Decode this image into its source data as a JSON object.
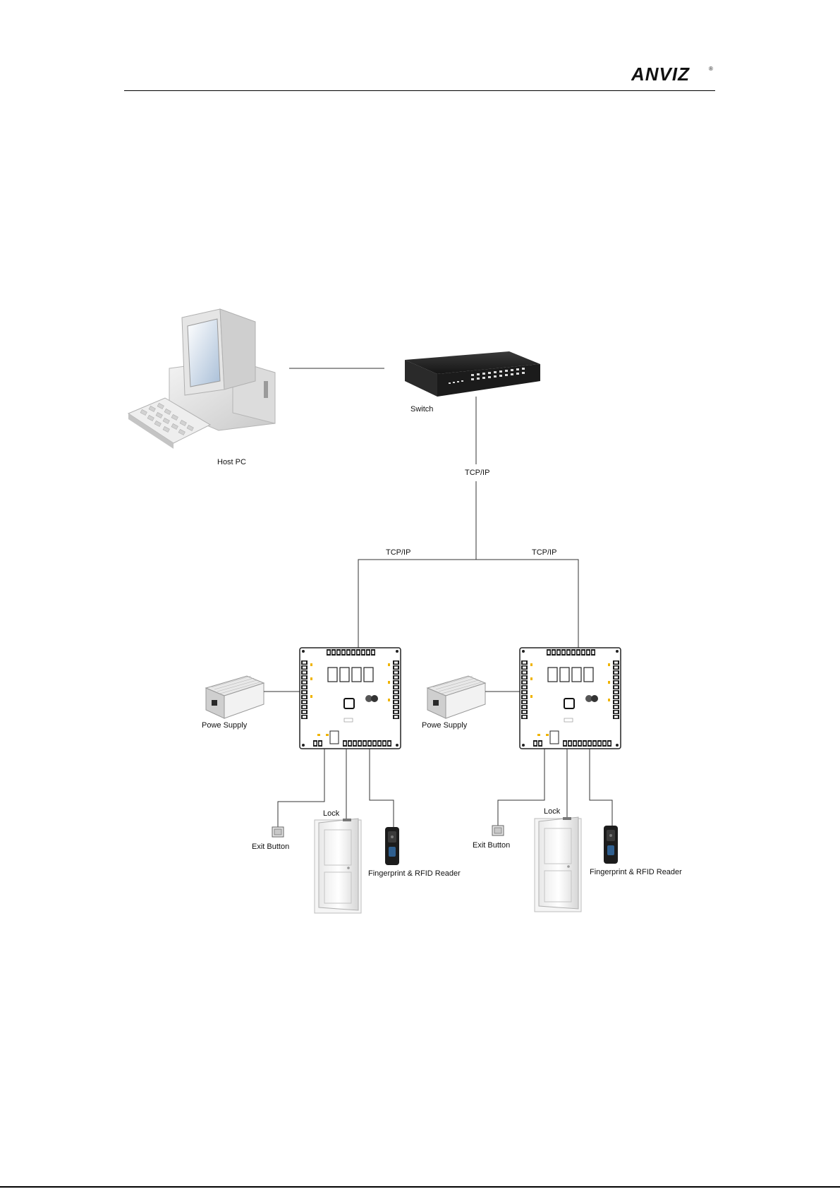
{
  "header": {
    "logo_text": "ANVIZ",
    "logo_mark": "®"
  },
  "diagram": {
    "host_pc": "Host  PC",
    "switch": "Switch",
    "tcpip_uplink": "TCP/IP",
    "tcpip_left": "TCP/IP",
    "tcpip_right": "TCP/IP",
    "left_unit": {
      "power_supply": "Powe Supply",
      "exit_button": "Exit Button",
      "lock": "Lock",
      "reader": "Fingerprint & RFID Reader"
    },
    "right_unit": {
      "power_supply": "Powe Supply",
      "exit_button": "Exit Button",
      "lock": "Lock",
      "reader": "Fingerprint & RFID Reader"
    }
  },
  "colors": {
    "line": "#333333",
    "board_edge": "#222222",
    "terminal": "#1a1a1a",
    "led": "#f0b400"
  }
}
